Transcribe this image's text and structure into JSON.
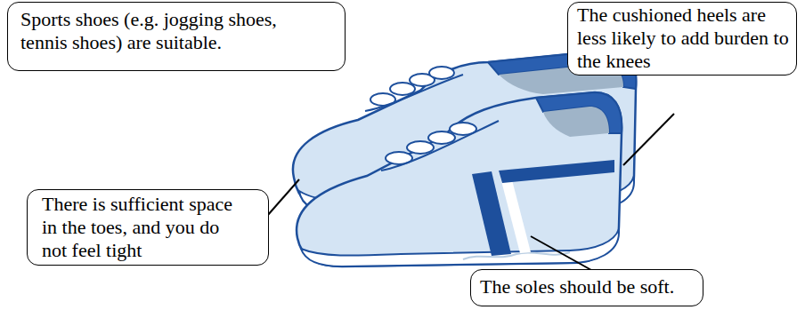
{
  "diagram": {
    "nodes": [
      {
        "text": [
          "Sports shoes (e.g. jogging shoes, tennis shoes) are suitable."
        ]
      },
      {
        "text": [
          "The cushioned heels are less likely to add burden to the knees"
        ]
      },
      {
        "text": [
          "There is sufficient space in the toes, and you do not feel tight"
        ]
      },
      {
        "text": [
          "The soles should be soft."
        ]
      }
    ]
  }
}
